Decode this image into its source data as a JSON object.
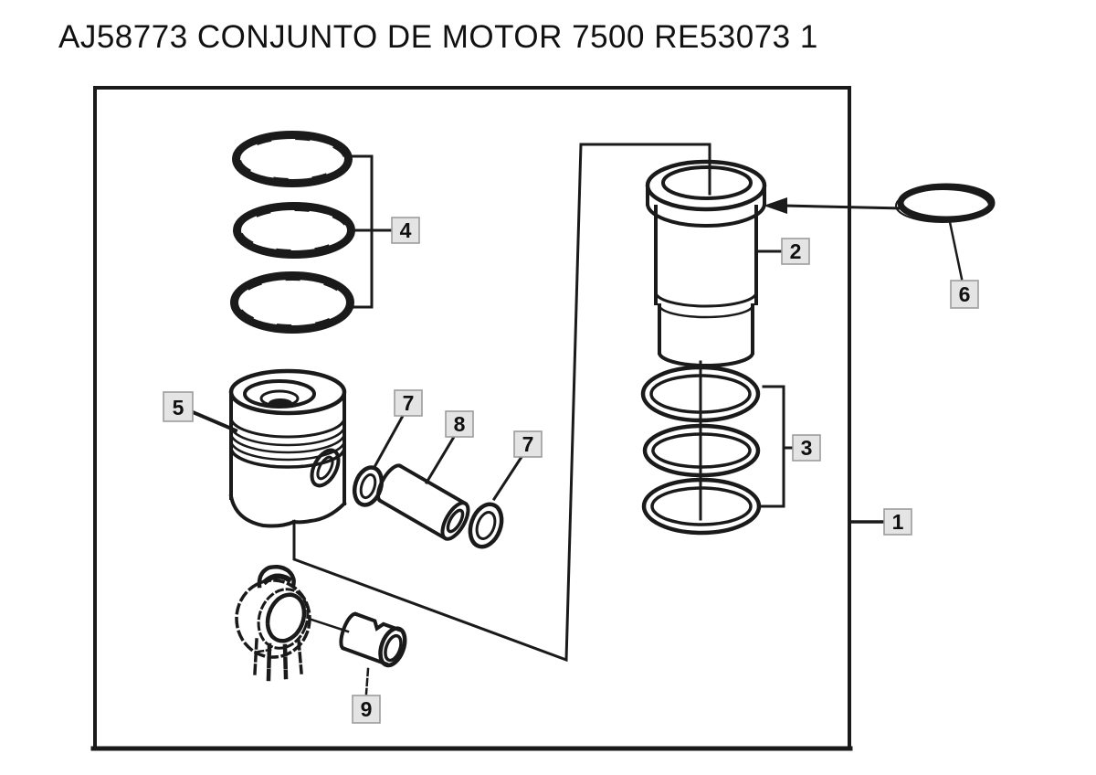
{
  "title": "AJ58773 CONJUNTO DE MOTOR 7500 RE53073 1",
  "callouts": {
    "assembly": "1",
    "cylinder_liner": "2",
    "liner_packing_set": "3",
    "piston_ring_set": "4",
    "piston": "5",
    "o_ring": "6",
    "snap_ring_a": "7",
    "piston_pin": "8",
    "snap_ring_b": "7",
    "pin_bushing": "9"
  },
  "colors": {
    "ink": "#1a1a1a",
    "label_bg": "#e4e4e4",
    "label_border": "#9c9c9c",
    "background": "#ffffff"
  }
}
